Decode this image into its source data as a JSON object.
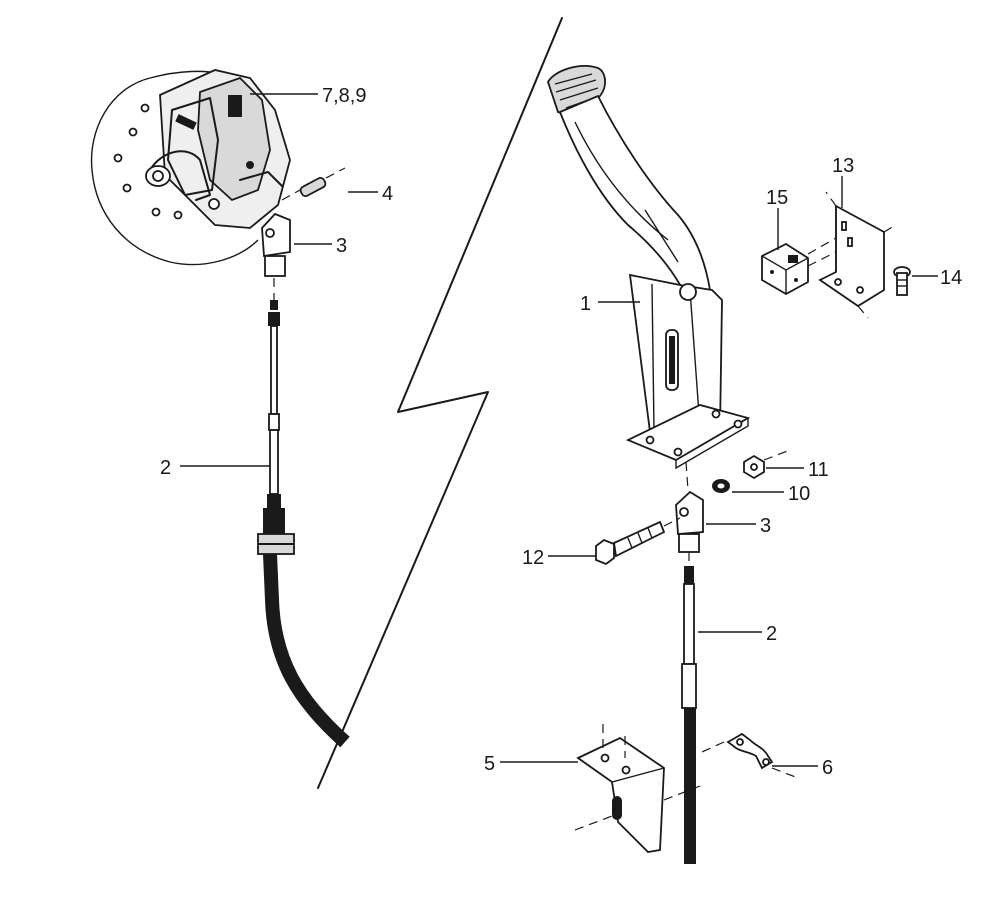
{
  "callouts": {
    "caliper": "7,8,9",
    "pin_top": "4",
    "clevis_top": "3",
    "cable_left": "2",
    "lever": "1",
    "switch_bracket": "13",
    "switch": "15",
    "screw": "14",
    "nut": "11",
    "washer": "10",
    "clevis_bottom": "3",
    "bolt": "12",
    "cable_right": "2",
    "bracket": "5",
    "clip": "6"
  },
  "icons": {
    "brake_caliper": "brake-caliper-icon",
    "hand_brake_lever": "hand-brake-lever-icon",
    "brake_cable": "brake-cable-icon"
  }
}
